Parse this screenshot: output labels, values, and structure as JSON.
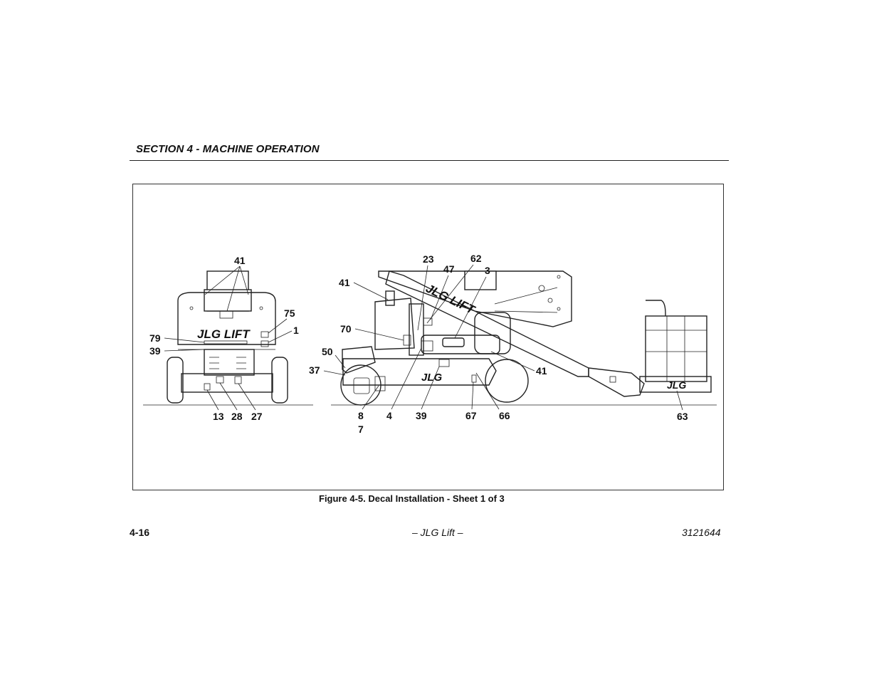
{
  "header": {
    "section_title": "SECTION 4 - MACHINE OPERATION"
  },
  "figure": {
    "caption": "Figure 4-5. Decal Installation - Sheet 1 of 3",
    "logo_text": "JLG LIFT",
    "callouts": {
      "rear_41": "41",
      "rear_75": "75",
      "rear_1": "1",
      "rear_79": "79",
      "rear_39": "39",
      "rear_13": "13",
      "rear_28": "28",
      "rear_27": "27",
      "side_23": "23",
      "side_62": "62",
      "side_47": "47",
      "side_3": "3",
      "side_41_top": "41",
      "side_70": "70",
      "side_50": "50",
      "side_37": "37",
      "side_41_right": "41",
      "side_8": "8",
      "side_7": "7",
      "side_4": "4",
      "side_39": "39",
      "side_67": "67",
      "side_66": "66",
      "side_63": "63"
    }
  },
  "footer": {
    "page_number": "4-16",
    "center_text": "– JLG Lift –",
    "document_number": "3121644"
  }
}
